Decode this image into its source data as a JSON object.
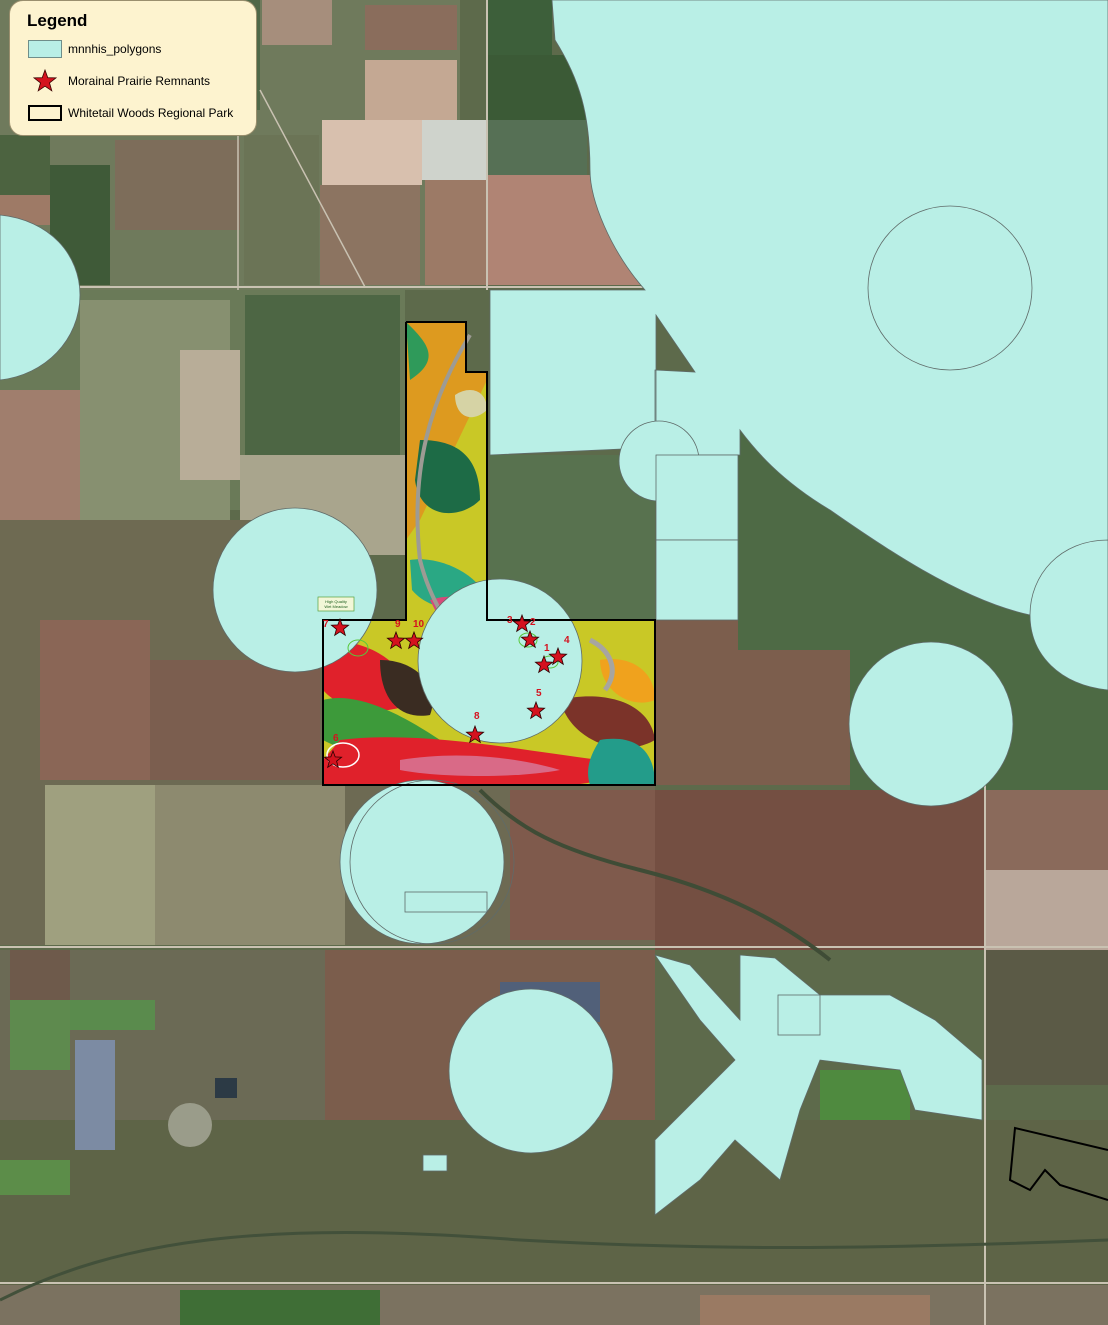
{
  "legend": {
    "title": "Legend",
    "items": [
      {
        "label": "mnnhis_polygons",
        "symbol": "polygon-swatch",
        "color": "#b9efe6"
      },
      {
        "label": "Morainal Prairie Remnants",
        "symbol": "star-icon",
        "color": "#d4121e"
      },
      {
        "label": "Whitetail Woods Regional Park",
        "symbol": "outline-swatch",
        "color": "#000000"
      }
    ]
  },
  "markers": [
    {
      "id": "1",
      "label": "1"
    },
    {
      "id": "2",
      "label": "2"
    },
    {
      "id": "3",
      "label": "3"
    },
    {
      "id": "4",
      "label": "4"
    },
    {
      "id": "5",
      "label": "5"
    },
    {
      "id": "6",
      "label": "6"
    },
    {
      "id": "7",
      "label": "7"
    },
    {
      "id": "8",
      "label": "8"
    },
    {
      "id": "9",
      "label": "9"
    },
    {
      "id": "10",
      "label": "10"
    }
  ],
  "inset_note": "High Quality\nWet Meadow",
  "colors": {
    "polygon_fill": "#b9efe6",
    "star": "#d4121e",
    "park_outline": "#000000",
    "field_dark": "#3e5a3a",
    "field_tan": "#a48a72",
    "field_red": "#e0212b"
  }
}
